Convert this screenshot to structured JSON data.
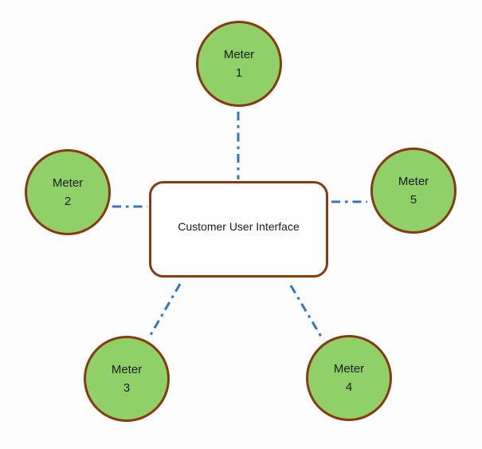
{
  "diagram": {
    "hub": {
      "label": "Customer User Interface"
    },
    "meters": [
      {
        "label": "Meter",
        "number": "1"
      },
      {
        "label": "Meter",
        "number": "2"
      },
      {
        "label": "Meter",
        "number": "3"
      },
      {
        "label": "Meter",
        "number": "4"
      },
      {
        "label": "Meter",
        "number": "5"
      }
    ],
    "colors": {
      "background": "#fdfdfd",
      "circle_fill": "#8fd168",
      "circle_border": "#8b3a10",
      "hub_fill": "#fefefe",
      "hub_border": "#8b3a10",
      "connector": "#2e77c9",
      "text": "#1b1b1b"
    }
  }
}
